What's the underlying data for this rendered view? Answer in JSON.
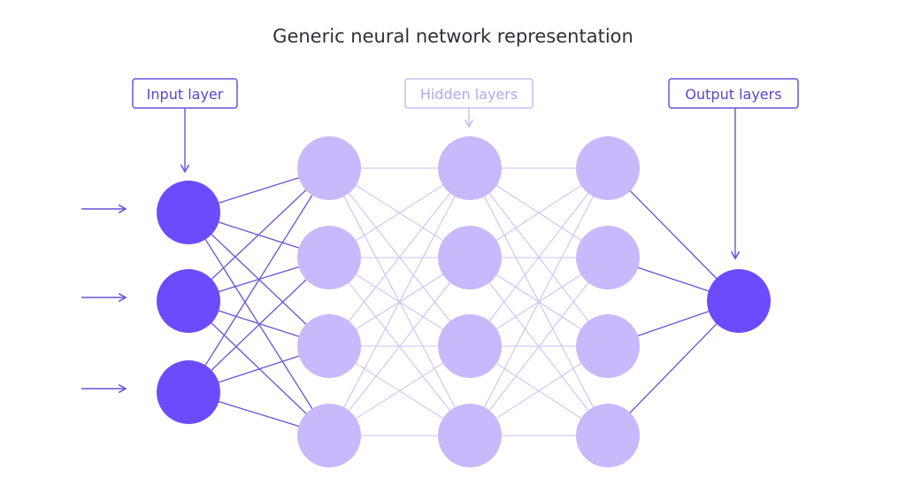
{
  "title": "Generic neural network representation",
  "labels": {
    "input": "Input layer",
    "hidden": "Hidden layers",
    "output": "Output layers"
  },
  "layers": [
    {
      "name": "input",
      "nodes": 3
    },
    {
      "name": "hidden-1",
      "nodes": 4
    },
    {
      "name": "hidden-2",
      "nodes": 4
    },
    {
      "name": "hidden-3",
      "nodes": 4
    },
    {
      "name": "output",
      "nodes": 1
    }
  ],
  "input_arrows": 3,
  "colors": {
    "input_node": "#6c4bff",
    "hidden_node": "#c7b9fb",
    "output_node": "#6c4bff",
    "edge_dark": "#6a52d9",
    "edge_light": "#cdc2f5",
    "label_box_dark": "#6a52d9",
    "label_box_light": "#c9bff3",
    "label_text_dark": "#5b45c9",
    "label_text_light": "#b4a6ee",
    "title_text": "#2f2f3a"
  }
}
